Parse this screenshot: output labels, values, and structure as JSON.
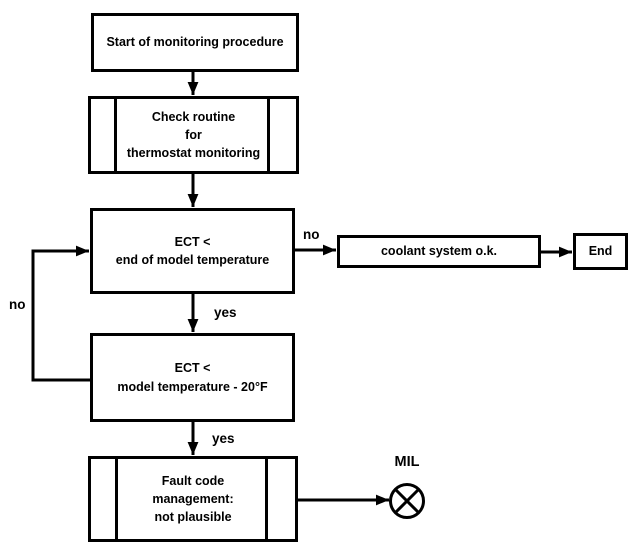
{
  "diagram": {
    "type": "flowchart",
    "colors": {
      "line": "#000000",
      "background": "#ffffff",
      "text": "#000000"
    },
    "nodes": {
      "start": {
        "label": "Start of monitoring procedure",
        "shape": "process"
      },
      "check_routine": {
        "label": "Check routine\nfor\nthermostat monitoring",
        "shape": "subroutine"
      },
      "ect_end": {
        "label": "ECT <\nend of model temperature",
        "shape": "process"
      },
      "coolant_ok": {
        "label": "coolant system o.k.",
        "shape": "process"
      },
      "end": {
        "label": "End",
        "shape": "terminator"
      },
      "ect_model": {
        "label": "ECT <\nmodel temperature - 20°F",
        "shape": "process"
      },
      "fault_code": {
        "label": "Fault code\nmanagement:\nnot plausible",
        "shape": "subroutine"
      },
      "mil": {
        "label": "MIL",
        "shape": "lamp-circle-x-icon"
      }
    },
    "edges": {
      "start_to_check": {
        "label": ""
      },
      "check_to_ect_end": {
        "label": ""
      },
      "ect_end_to_coolant": {
        "label": "no"
      },
      "coolant_to_end": {
        "label": ""
      },
      "ect_end_to_ect_model": {
        "label": "yes"
      },
      "ect_model_to_ect_end_loop": {
        "label": "no"
      },
      "ect_model_to_fault": {
        "label": "yes"
      },
      "fault_to_mil": {
        "label": ""
      }
    }
  }
}
